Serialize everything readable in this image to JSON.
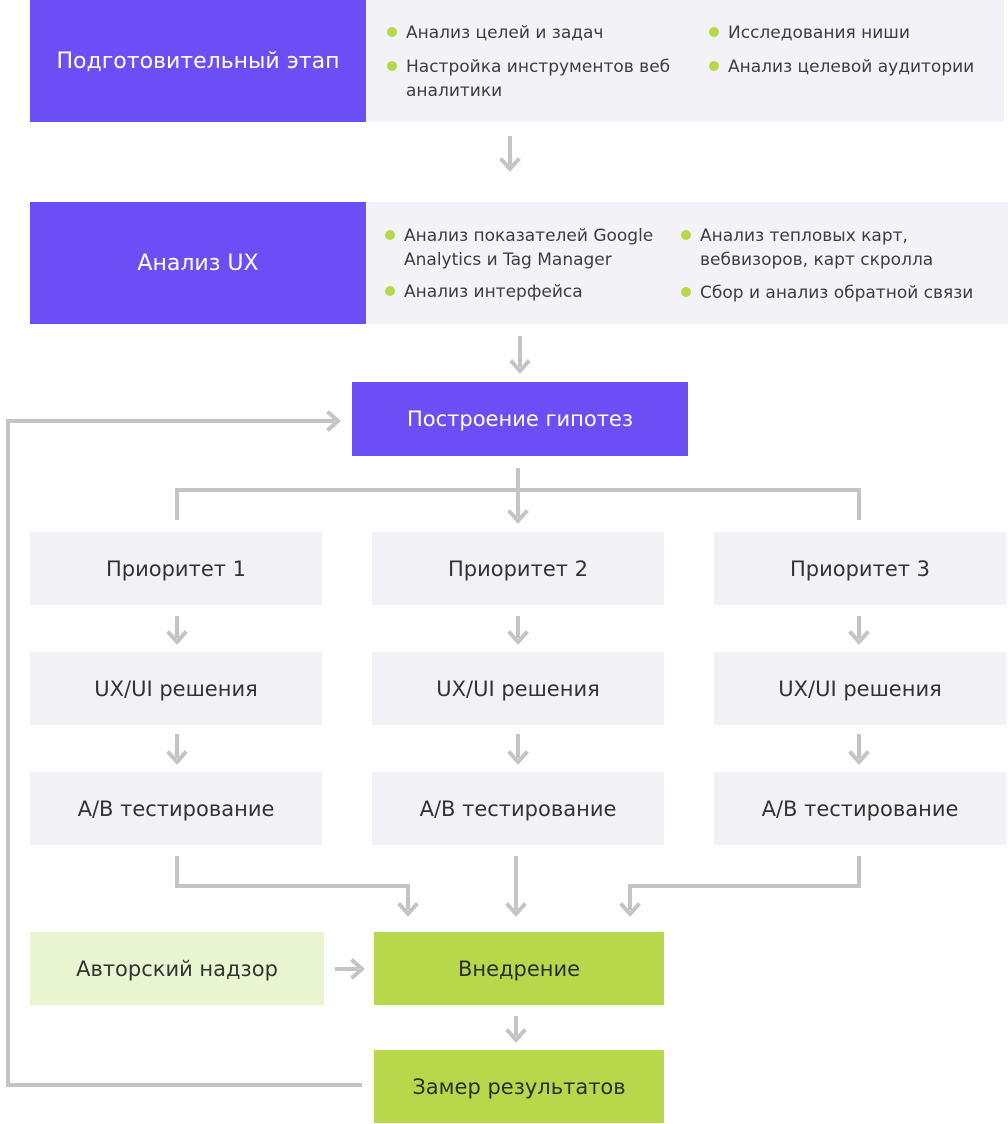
{
  "stages": [
    {
      "title": "Подготовительный этап",
      "items": [
        "Анализ целей и задач",
        "Исследования ниши",
        "Настройка инструментов веб аналитики",
        "Анализ целевой аудитории"
      ]
    },
    {
      "title": "Анализ UX",
      "items": [
        "Анализ показателей Google Analytics и Tag Manager",
        "Анализ тепловых карт, вебвизоров, карт скролла",
        "Анализ интерфейса",
        "Сбор и анализ обратной связи"
      ]
    }
  ],
  "hypotheses": "Построение гипотез",
  "priorities": [
    {
      "title": "Приоритет 1",
      "solution": "UX/UI решения",
      "test": "A/B тестирование"
    },
    {
      "title": "Приоритет 2",
      "solution": "UX/UI решения",
      "test": "A/B тестирование"
    },
    {
      "title": "Приоритет 3",
      "solution": "UX/UI решения",
      "test": "A/B тестирование"
    }
  ],
  "supervision": "Авторский надзор",
  "implementation": "Внедрение",
  "measurement": "Замер результатов",
  "colors": {
    "purple": "#6b4ef5",
    "green": "#b7d84a",
    "light_green": "#e9f5d0",
    "gray_box": "#f2f2f6",
    "connector": "#c4c4c4"
  }
}
